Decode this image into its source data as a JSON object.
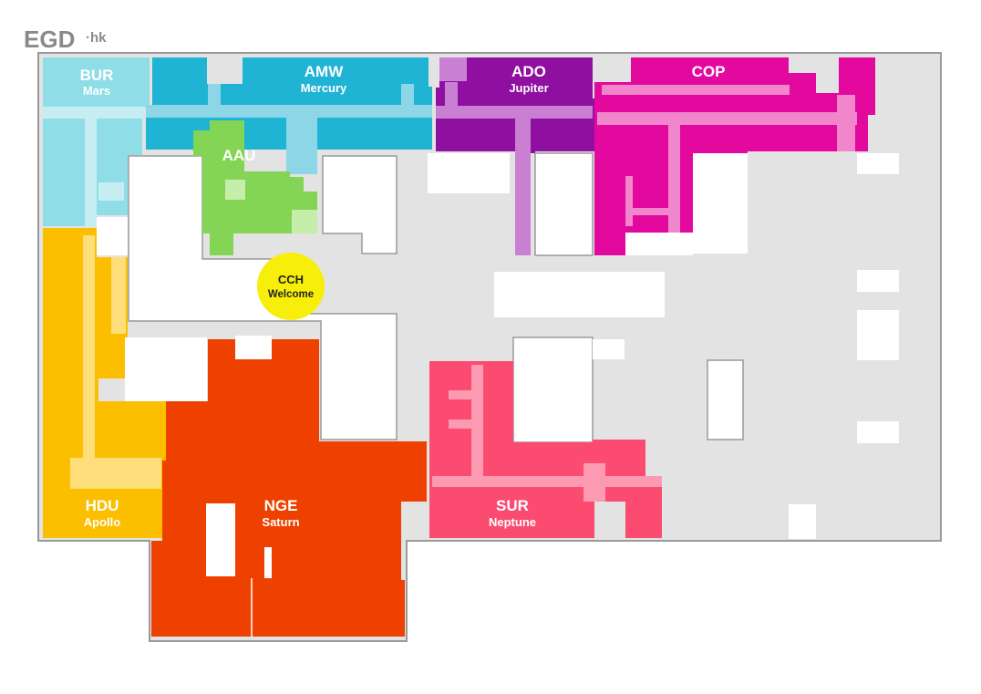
{
  "logo": {
    "main": "EGD",
    "suffix": "·hk",
    "color": "#8a8a8a"
  },
  "colors": {
    "outline": "#9a9a9a",
    "corridor": "#e3e3e3",
    "room": "#ffffff"
  },
  "zones": {
    "bur": {
      "code": "BUR",
      "name": "Mars",
      "color": "#8fdde6",
      "accent": "#c6eef2"
    },
    "amw": {
      "code": "AMW",
      "name": "Mercury",
      "color": "#1fb3d4",
      "accent": "#8cd6e8"
    },
    "ado": {
      "code": "ADO",
      "name": "Jupiter",
      "color": "#8e0fa0",
      "accent": "#c97fd2"
    },
    "cop": {
      "code": "COP",
      "name": "",
      "color": "#e3089e",
      "accent": "#f286cc"
    },
    "aau": {
      "code": "AAU",
      "name": "",
      "color": "#84d455",
      "accent": "#c6eeab"
    },
    "cch": {
      "code": "CCH",
      "name": "Welcome",
      "color": "#f7ef0a"
    },
    "hdu": {
      "code": "HDU",
      "name": "Apollo",
      "color": "#fbbf00",
      "accent": "#fdde7a"
    },
    "nge": {
      "code": "NGE",
      "name": "Saturn",
      "color": "#ee4100"
    },
    "sur": {
      "code": "SUR",
      "name": "Neptune",
      "color": "#fb4b70",
      "accent": "#fb9ab0"
    }
  }
}
